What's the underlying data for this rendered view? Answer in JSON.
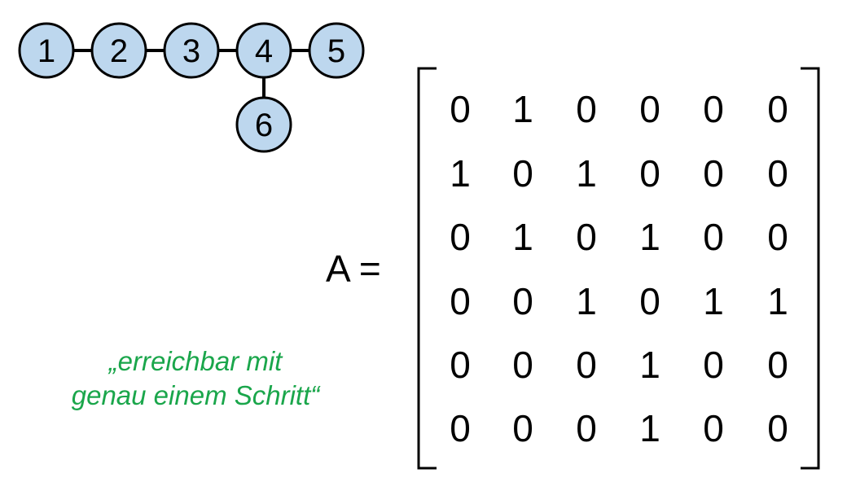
{
  "graph": {
    "nodes": [
      {
        "id": "1",
        "label": "1"
      },
      {
        "id": "2",
        "label": "2"
      },
      {
        "id": "3",
        "label": "3"
      },
      {
        "id": "4",
        "label": "4"
      },
      {
        "id": "5",
        "label": "5"
      },
      {
        "id": "6",
        "label": "6"
      }
    ],
    "edges": [
      [
        "1",
        "2"
      ],
      [
        "2",
        "3"
      ],
      [
        "3",
        "4"
      ],
      [
        "4",
        "5"
      ],
      [
        "4",
        "6"
      ]
    ],
    "node_fill": "#bdd7ee",
    "node_stroke": "#000000"
  },
  "matrix": {
    "lhs": "A =",
    "rows": [
      [
        "0",
        "1",
        "0",
        "0",
        "0",
        "0"
      ],
      [
        "1",
        "0",
        "1",
        "0",
        "0",
        "0"
      ],
      [
        "0",
        "1",
        "0",
        "1",
        "0",
        "0"
      ],
      [
        "0",
        "0",
        "1",
        "0",
        "1",
        "1"
      ],
      [
        "0",
        "0",
        "0",
        "1",
        "0",
        "0"
      ],
      [
        "0",
        "0",
        "0",
        "1",
        "0",
        "0"
      ]
    ]
  },
  "note": {
    "line1": "„erreichbar mit",
    "line2": "genau einem Schritt“",
    "color": "#1aa64b"
  }
}
